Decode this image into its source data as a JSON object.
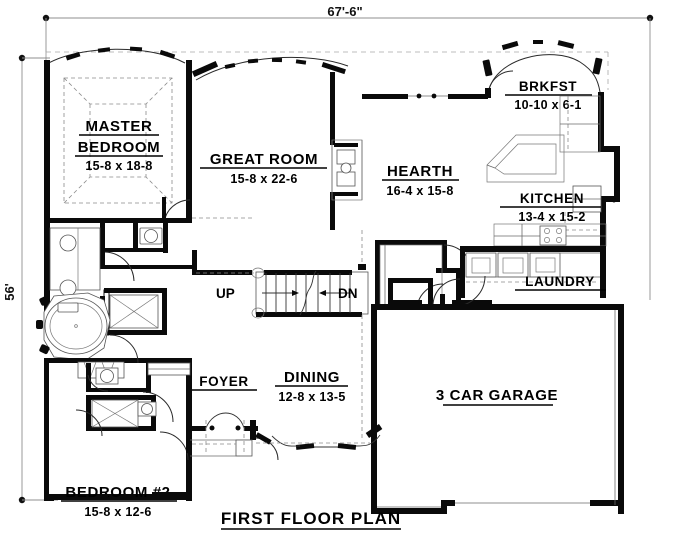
{
  "document": {
    "type": "architectural-floor-plan",
    "title": "FIRST FLOOR PLAN"
  },
  "dimensions": {
    "overall_width": "67'-6\"",
    "overall_depth": "56'"
  },
  "rooms": [
    {
      "id": "master-bedroom",
      "name_line1": "MASTER",
      "name_line2": "BEDROOM",
      "size": "15-8 x 18-8"
    },
    {
      "id": "great-room",
      "name_line1": "GREAT ROOM",
      "name_line2": "",
      "size": "15-8 x 22-6"
    },
    {
      "id": "hearth",
      "name_line1": "HEARTH",
      "name_line2": "",
      "size": "16-4 x 15-8"
    },
    {
      "id": "breakfast",
      "name_line1": "BRKFST",
      "name_line2": "",
      "size": "10-10 x  6-1"
    },
    {
      "id": "kitchen",
      "name_line1": "KITCHEN",
      "name_line2": "",
      "size": "13-4 x  15-2"
    },
    {
      "id": "laundry",
      "name_line1": "LAUNDRY",
      "name_line2": "",
      "size": ""
    },
    {
      "id": "dining",
      "name_line1": "DINING",
      "name_line2": "",
      "size": "12-8 x  13-5"
    },
    {
      "id": "foyer",
      "name_line1": "FOYER",
      "name_line2": "",
      "size": ""
    },
    {
      "id": "bedroom-2",
      "name_line1": "BEDROOM #2",
      "name_line2": "",
      "size": "15-8 x 12-6"
    },
    {
      "id": "garage",
      "name_line1": "3 CAR GARAGE",
      "name_line2": "",
      "size": ""
    }
  ],
  "stairs": {
    "up_label": "UP",
    "down_label": "DN"
  },
  "colors": {
    "wall": "#0a0a0a",
    "thin_line": "#6a6a6a",
    "dimension_line": "#8f8f8f",
    "background": "#ffffff",
    "text": "#000000"
  }
}
